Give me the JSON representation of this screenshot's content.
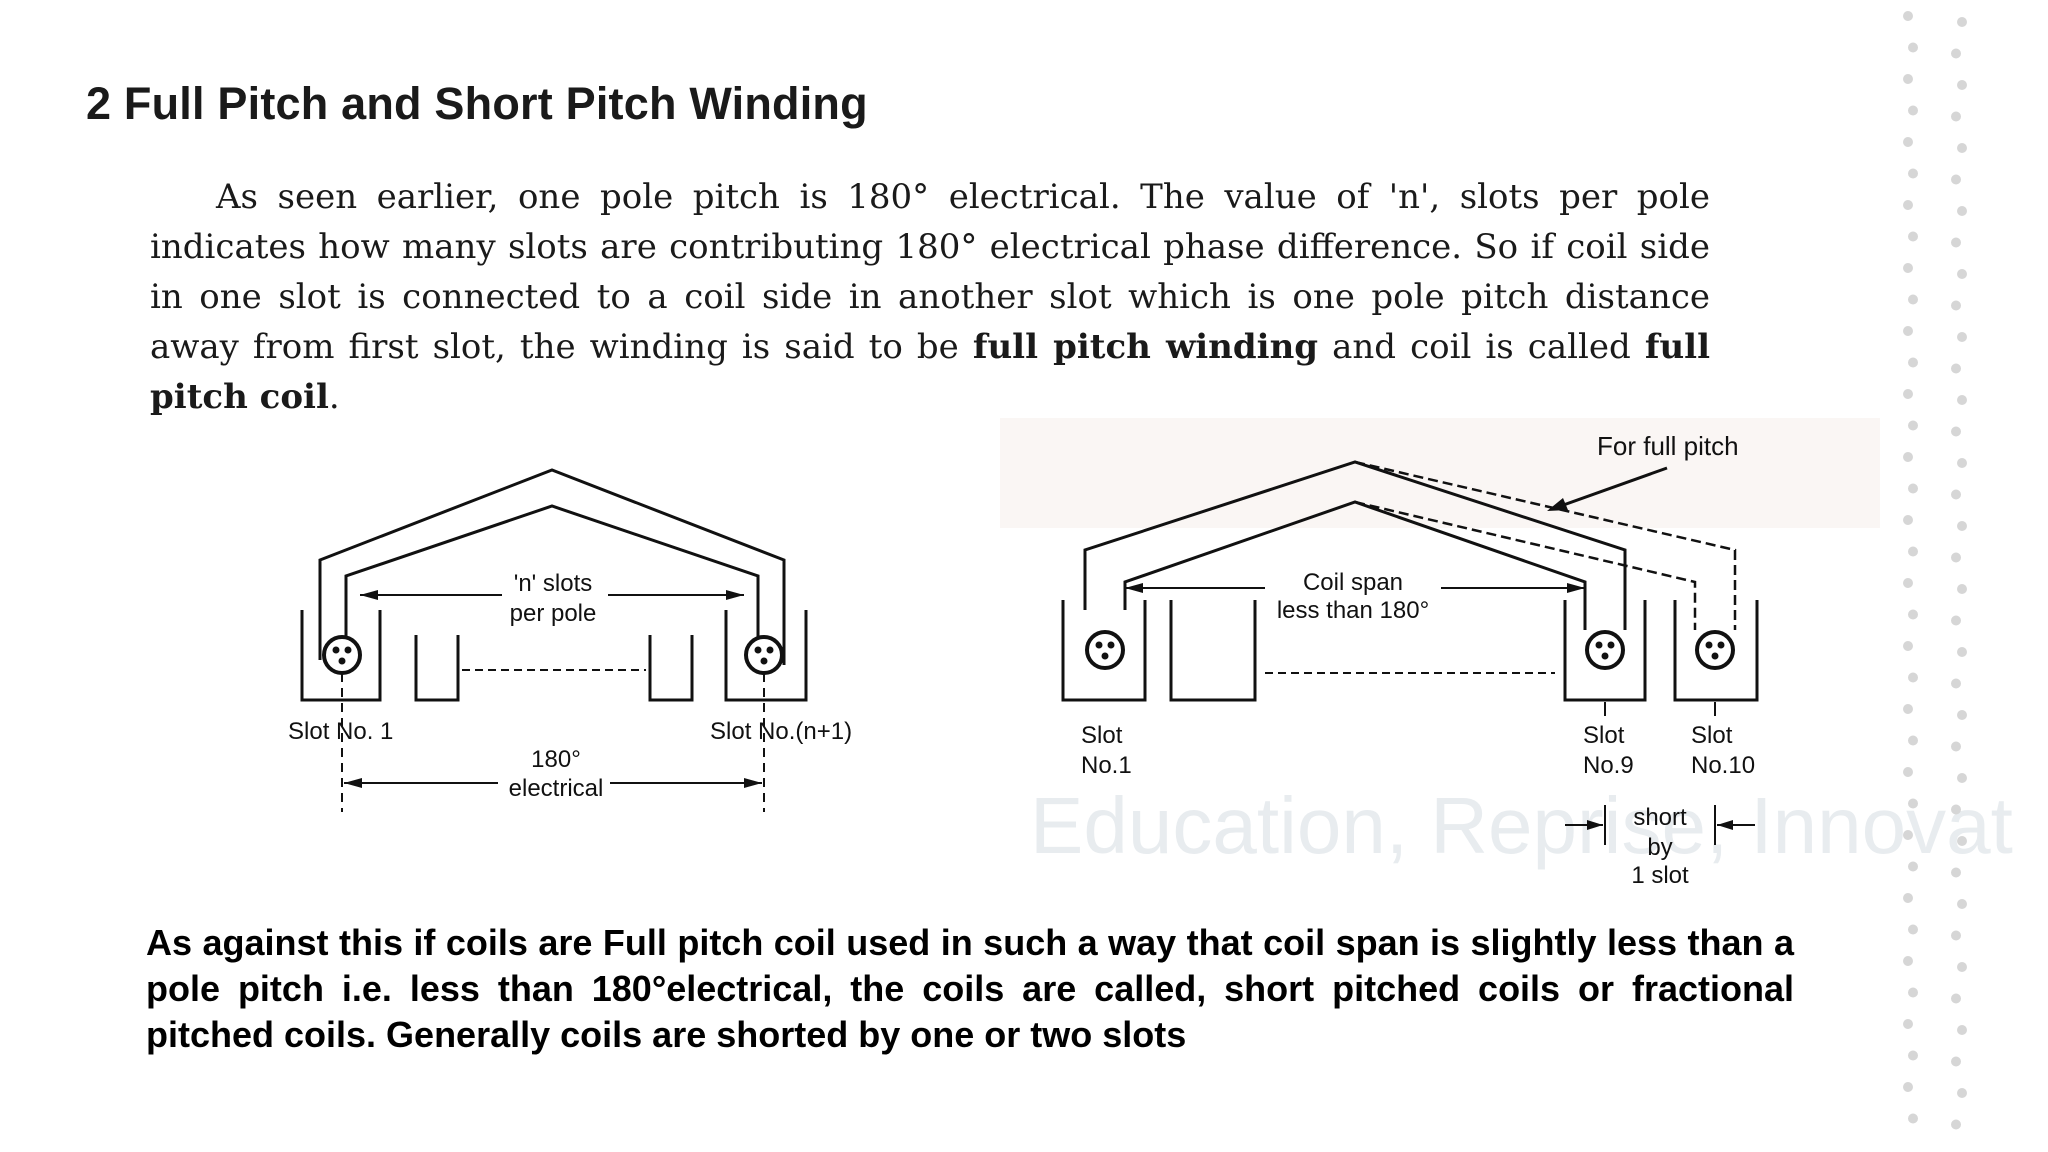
{
  "document": {
    "heading": "2 Full Pitch and Short Pitch Winding",
    "paragraph_1_a": "As seen earlier, one pole pitch is 180° electrical. The value of 'n', slots per pole indicates how many slots are contributing 180° electrical phase difference. So if coil side in one slot is connected to a coil side in another slot which is one pole pitch distance away from first slot, the winding is said to be",
    "paragraph_1_bold_1": "full pitch winding",
    "paragraph_1_b": "and coil is called",
    "paragraph_1_bold_2": "full pitch coil",
    "paragraph_1_end": ".",
    "paragraph_2": "As against this if coils are Full pitch coil used in such a way that coil span is slightly less than a pole pitch i.e. less than 180°electrical, the coils are called, short pitched coils or fractional pitched coils. Generally coils are shorted by one or two slots",
    "watermark_text": "Education, Reprise, Innovat"
  },
  "left_figure": {
    "span_label_1": "'n' slots",
    "span_label_2": "per pole",
    "slot_1_label": "Slot No. 1",
    "slot_n1_label": "Slot No.(n+1)",
    "angle_label_1": "180°",
    "angle_label_2": "electrical"
  },
  "right_figure": {
    "full_pitch_label": "For full pitch",
    "span_label_1": "Coil span",
    "span_label_2": "less than 180°",
    "slot_1_label_1": "Slot",
    "slot_1_label_2": "No.1",
    "slot_9_label_1": "Slot",
    "slot_9_label_2": "No.9",
    "slot_10_label_1": "Slot",
    "slot_10_label_2": "No.10",
    "short_label_1": "short",
    "short_label_2": "by",
    "short_label_3": "1 slot"
  },
  "colors": {
    "text": "#1a1a1a",
    "line": "#111111",
    "dots": "#d6d6d6"
  }
}
